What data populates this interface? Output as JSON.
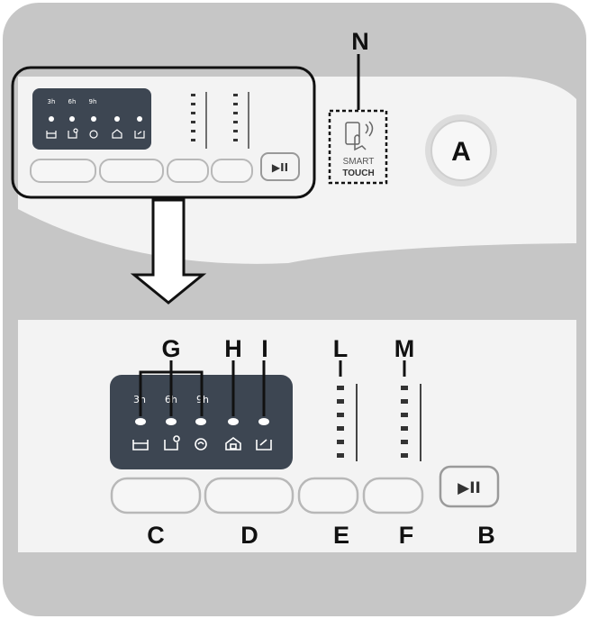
{
  "labels": {
    "A": "A",
    "B": "B",
    "C": "C",
    "D": "D",
    "E": "E",
    "F": "F",
    "G": "G",
    "H": "H",
    "I": "I",
    "L": "L",
    "M": "M",
    "N": "N"
  },
  "top_panel": {
    "times": [
      "3h",
      "6h",
      "9h"
    ],
    "smart_text": "SMART",
    "touch_text": "TOUCH",
    "play_pause_glyph": "▶II"
  },
  "zoom_panel": {
    "times": [
      "3h",
      "6h",
      "9h"
    ],
    "play_pause_glyph": "▶II"
  },
  "icons": [
    "basin-icon",
    "bag-icon",
    "spin-icon",
    "lock-icon",
    "refill-icon"
  ],
  "colors": {
    "frame": "#c9c9c9",
    "panel": "#f4f4f4",
    "display": "#3d4652",
    "accent_dark": "#111111"
  }
}
